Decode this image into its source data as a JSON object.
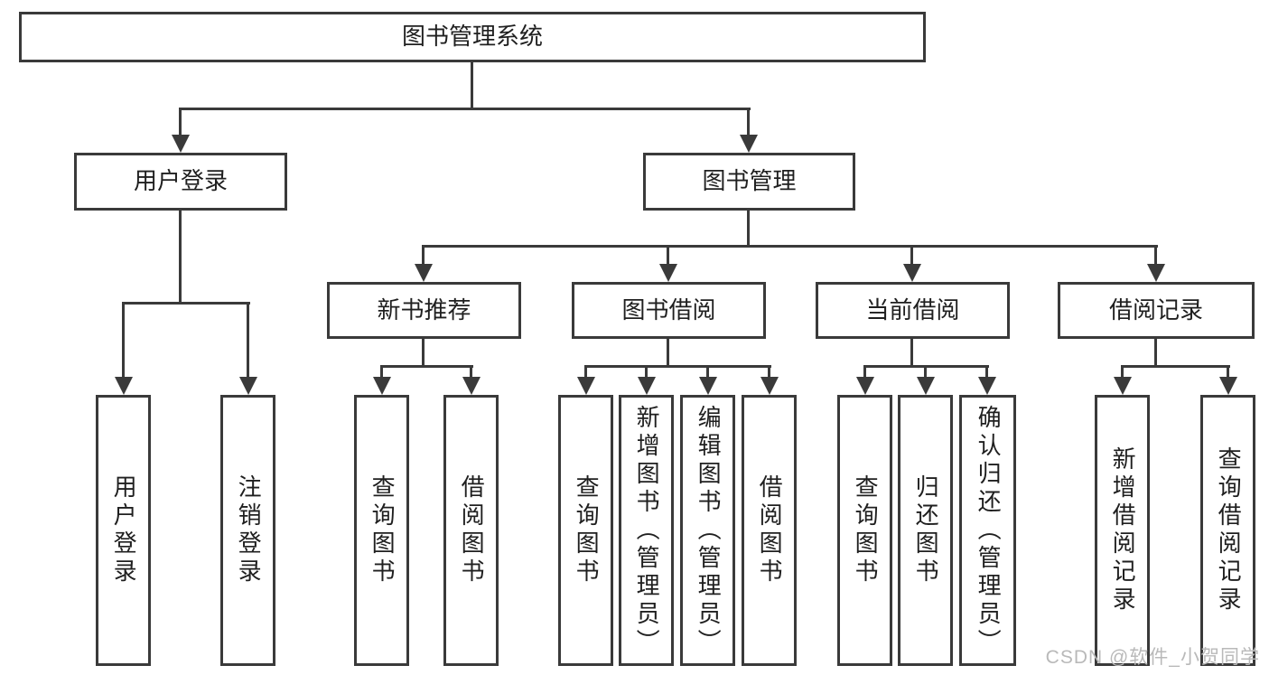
{
  "tree": {
    "root": "图书管理系统",
    "children": [
      {
        "label": "用户登录",
        "children": [
          "用户登录",
          "注销登录"
        ]
      },
      {
        "label": "图书管理",
        "children": [
          {
            "label": "新书推荐",
            "children": [
              "查询图书",
              "借阅图书"
            ]
          },
          {
            "label": "图书借阅",
            "children": [
              "查询图书",
              "新增图书（管理员）",
              "编辑图书（管理员）",
              "借阅图书"
            ]
          },
          {
            "label": "当前借阅",
            "children": [
              "查询图书",
              "归还图书",
              "确认归还（管理员）"
            ]
          },
          {
            "label": "借阅记录",
            "children": [
              "新增借阅记录",
              "查询借阅记录"
            ]
          }
        ]
      }
    ]
  },
  "watermark": "CSDN @软件_小贺同学",
  "colors": {
    "line": "#3a3a3a",
    "text": "#1f1f1f",
    "watermark": "#b9b9b9",
    "background": "#ffffff"
  }
}
